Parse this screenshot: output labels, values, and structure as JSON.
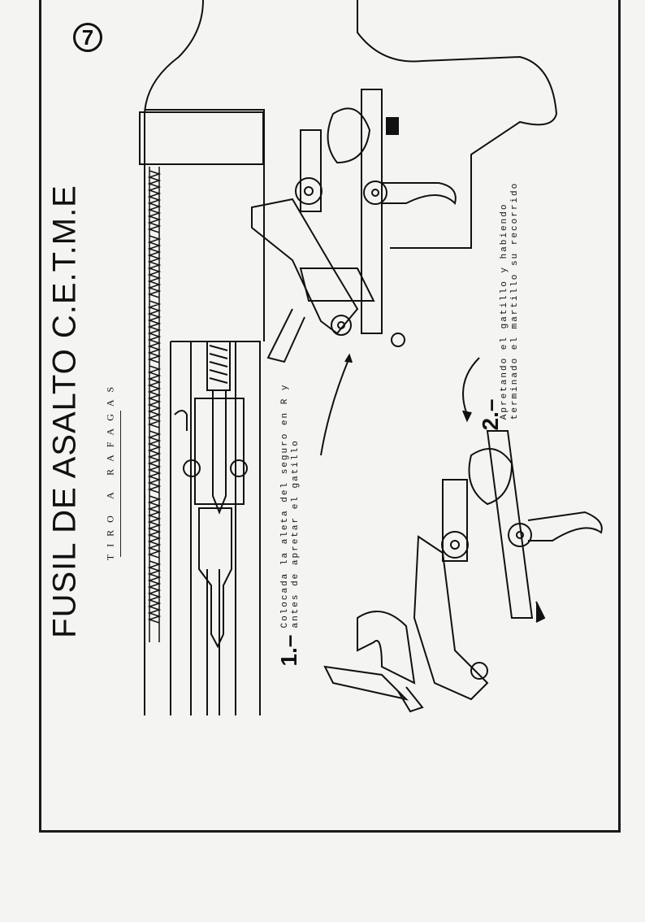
{
  "page_number": "7",
  "title": "FUSIL DE ASALTO C.E.T.M.E",
  "subtitle": "TIRO A RAFAGAS",
  "steps": [
    {
      "number": "1.–",
      "caption_lines": [
        "Colocada la aleta del seguro en R y",
        "antes de apretar el gatillo"
      ]
    },
    {
      "number": "2.–",
      "caption_lines": [
        "Apretando el gatillo y habiendo",
        "terminado el martillo su recorrido"
      ]
    }
  ]
}
